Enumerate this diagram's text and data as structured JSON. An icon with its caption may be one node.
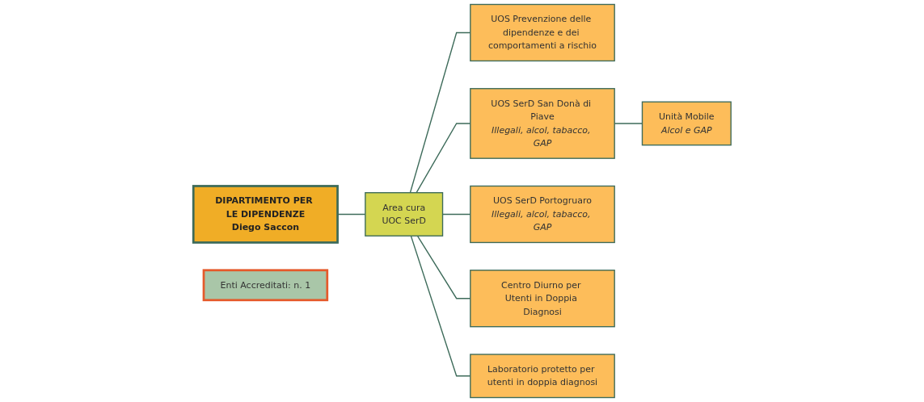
{
  "diagram": {
    "nodes": [
      {
        "text": [
          "DIPARTIMENTO PER LE DIPENDENZE",
          "Diego Saccon"
        ]
      },
      {
        "text": [
          "Area cura",
          "UOC SerD"
        ]
      },
      {
        "text": [
          "UOS Prevenzione delle dipendenze e dei comportamenti a rischio"
        ]
      },
      {
        "text": [
          "UOS SerD San Donà di Piave",
          "Illegali, alcol, tabacco, GAP"
        ]
      },
      {
        "text": [
          "UOS SerD Portogruaro",
          "Illegali, alcol, tabacco, GAP"
        ]
      },
      {
        "text": [
          "Centro Diurno per Utenti in Doppia Diagnosi"
        ]
      },
      {
        "text": [
          "Laboratorio protetto per utenti in doppia diagnosi"
        ]
      },
      {
        "text": [
          "Unità Mobile",
          "Alcol e GAP"
        ]
      },
      {
        "text": [
          "Enti Accreditati: n. 1"
        ]
      }
    ],
    "edges": [
      {
        "from": 0,
        "to": 1,
        "arrow": "none"
      },
      {
        "from": 1,
        "to": 2,
        "arrow": "none"
      },
      {
        "from": 1,
        "to": 3,
        "arrow": "none"
      },
      {
        "from": 1,
        "to": 4,
        "arrow": "none"
      },
      {
        "from": 1,
        "to": 5,
        "arrow": "none"
      },
      {
        "from": 1,
        "to": 6,
        "arrow": "none"
      },
      {
        "from": 3,
        "to": 7,
        "arrow": "none"
      }
    ]
  }
}
